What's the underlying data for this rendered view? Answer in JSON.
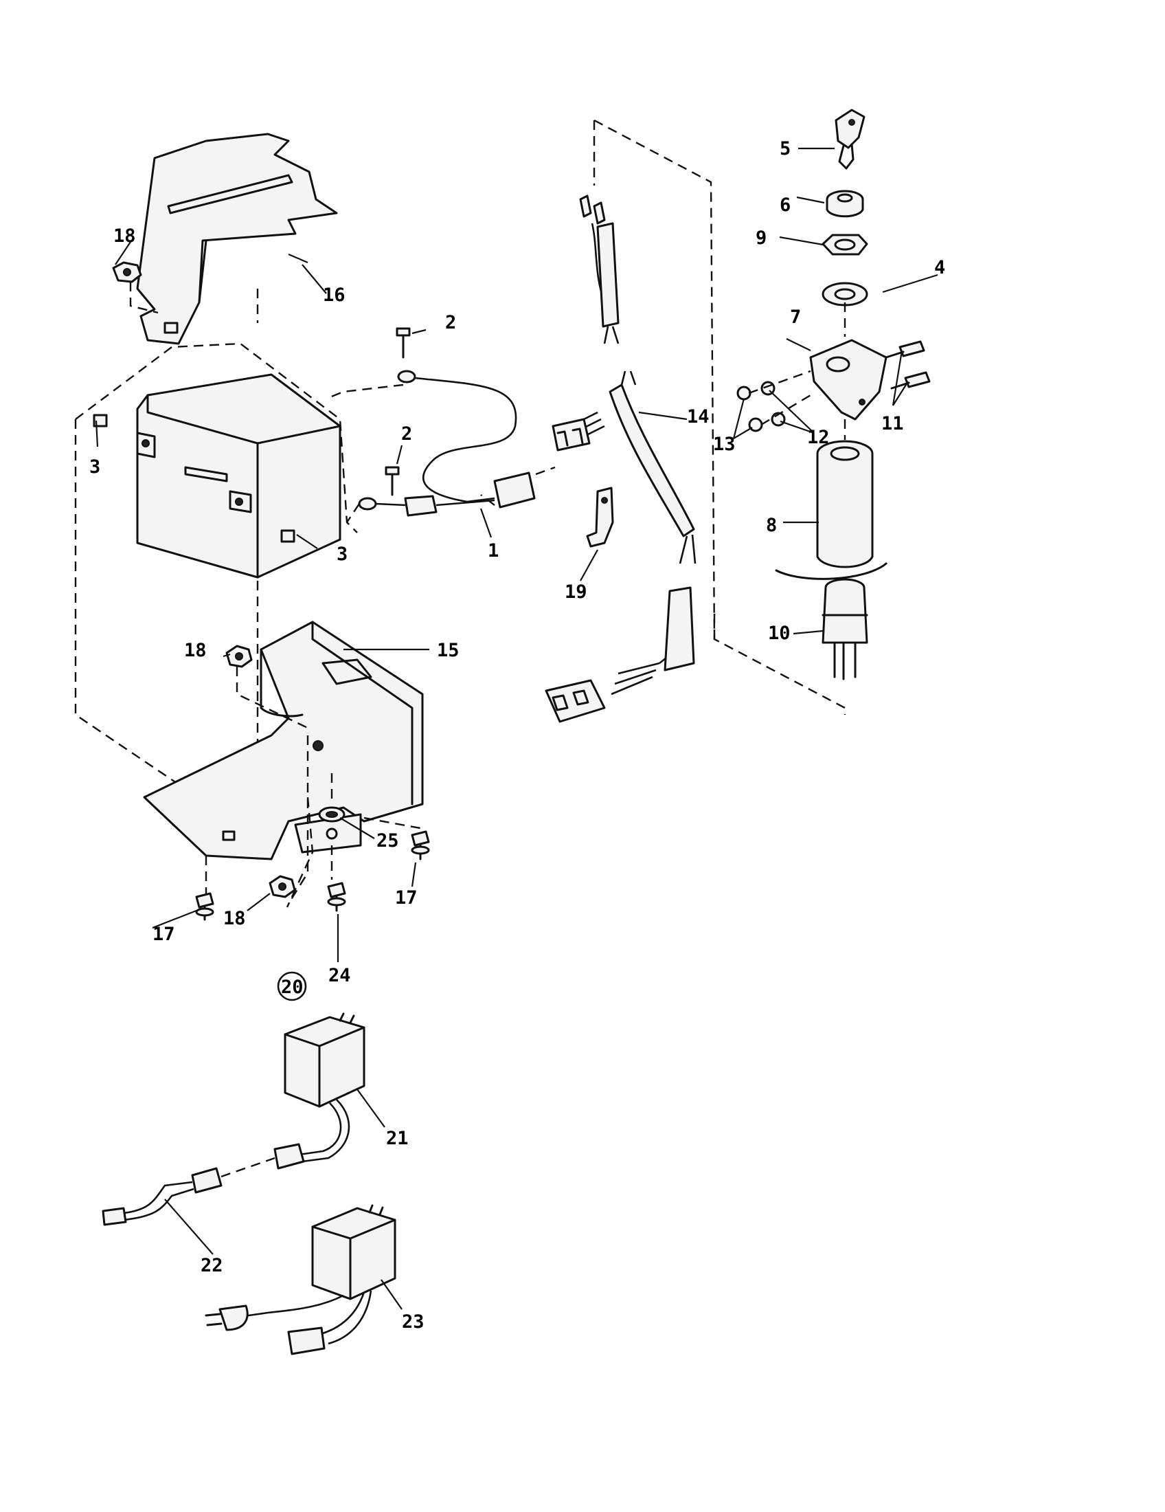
{
  "callouts": {
    "c1": "1",
    "c2a": "2",
    "c2b": "2",
    "c3a": "3",
    "c3b": "3",
    "c4": "4",
    "c5": "5",
    "c6": "6",
    "c7": "7",
    "c8": "8",
    "c9": "9",
    "c10": "10",
    "c11": "11",
    "c12": "12",
    "c13": "13",
    "c14": "14",
    "c15": "15",
    "c16": "16",
    "c17a": "17",
    "c17b": "17",
    "c18a": "18",
    "c18b": "18",
    "c18c": "18",
    "c19": "19",
    "c20": "20",
    "c21": "21",
    "c22": "22",
    "c23": "23",
    "c24": "24",
    "c25": "25"
  }
}
